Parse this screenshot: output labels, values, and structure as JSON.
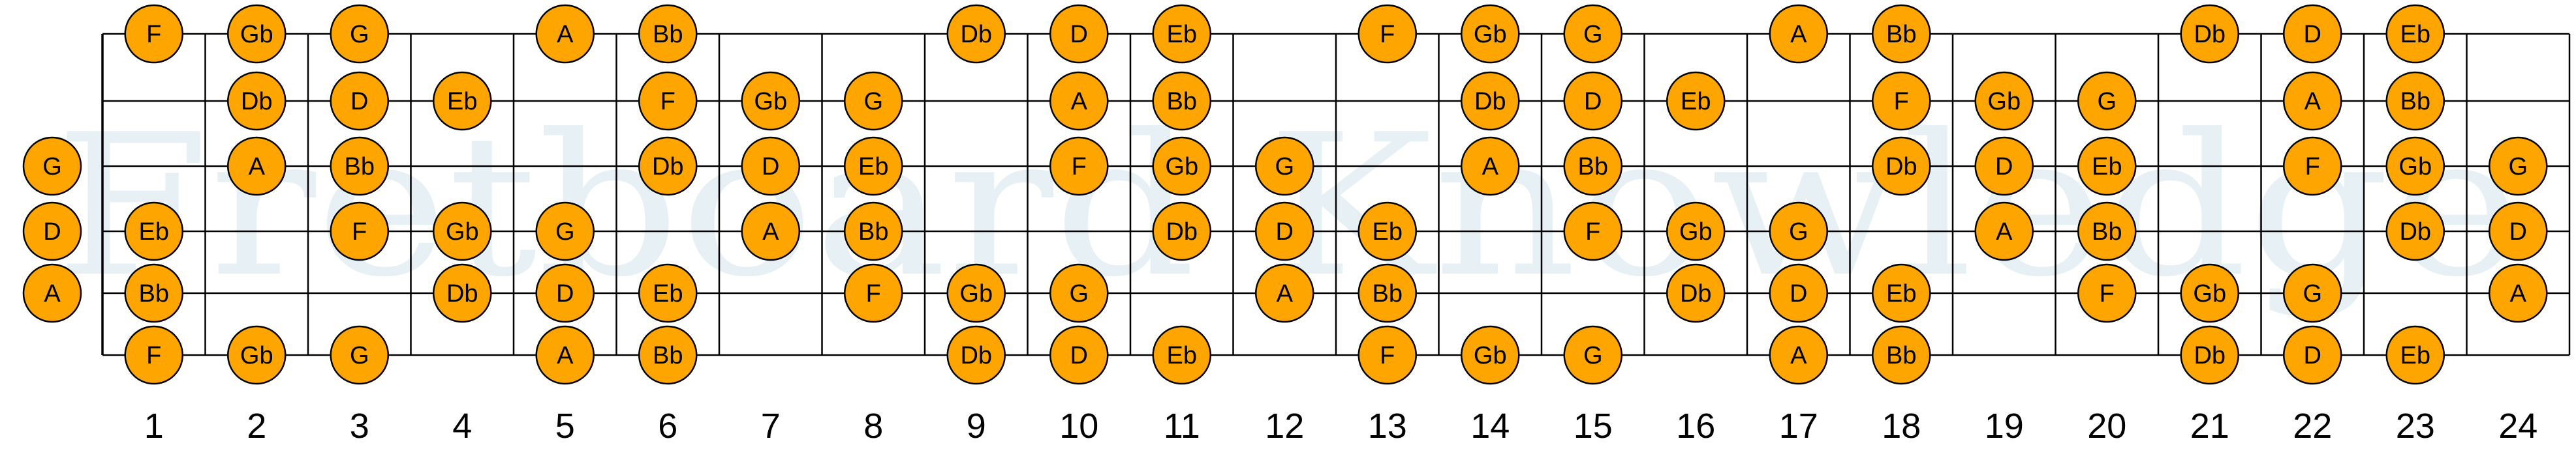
{
  "watermark": "Fretboard Knowledge",
  "colors": {
    "note_fill": "#ffa500",
    "note_stroke": "#000000",
    "line": "#000000",
    "watermark": "#e6f0f5"
  },
  "fret_numbers": [
    "1",
    "2",
    "3",
    "4",
    "5",
    "6",
    "7",
    "8",
    "9",
    "10",
    "11",
    "12",
    "13",
    "14",
    "15",
    "16",
    "17",
    "18",
    "19",
    "20",
    "21",
    "22",
    "23",
    "24"
  ],
  "strings": [
    {
      "open": "",
      "notes": [
        "F",
        "Gb",
        "G",
        "",
        "A",
        "Bb",
        "",
        "",
        "Db",
        "D",
        "Eb",
        "",
        "F",
        "Gb",
        "G",
        "",
        "A",
        "Bb",
        "",
        "",
        "Db",
        "D",
        "Eb",
        ""
      ]
    },
    {
      "open": "",
      "notes": [
        "",
        "Db",
        "D",
        "Eb",
        "",
        "F",
        "Gb",
        "G",
        "",
        "A",
        "Bb",
        "",
        "",
        "Db",
        "D",
        "Eb",
        "",
        "F",
        "Gb",
        "G",
        "",
        "A",
        "Bb",
        ""
      ]
    },
    {
      "open": "G",
      "notes": [
        "",
        "A",
        "Bb",
        "",
        "",
        "Db",
        "D",
        "Eb",
        "",
        "F",
        "Gb",
        "G",
        "",
        "A",
        "Bb",
        "",
        "",
        "Db",
        "D",
        "Eb",
        "",
        "F",
        "Gb",
        "G"
      ]
    },
    {
      "open": "D",
      "notes": [
        "Eb",
        "",
        "F",
        "Gb",
        "G",
        "",
        "A",
        "Bb",
        "",
        "",
        "Db",
        "D",
        "Eb",
        "",
        "F",
        "Gb",
        "G",
        "",
        "A",
        "Bb",
        "",
        "",
        "Db",
        "D"
      ]
    },
    {
      "open": "A",
      "notes": [
        "Bb",
        "",
        "",
        "Db",
        "D",
        "Eb",
        "",
        "F",
        "Gb",
        "G",
        "",
        "A",
        "Bb",
        "",
        "",
        "Db",
        "D",
        "Eb",
        "",
        "F",
        "Gb",
        "G",
        "",
        "A"
      ]
    },
    {
      "open": "",
      "notes": [
        "F",
        "Gb",
        "G",
        "",
        "A",
        "Bb",
        "",
        "",
        "Db",
        "D",
        "Eb",
        "",
        "F",
        "Gb",
        "G",
        "",
        "A",
        "Bb",
        "",
        "",
        "Db",
        "D",
        "Eb",
        ""
      ]
    }
  ]
}
